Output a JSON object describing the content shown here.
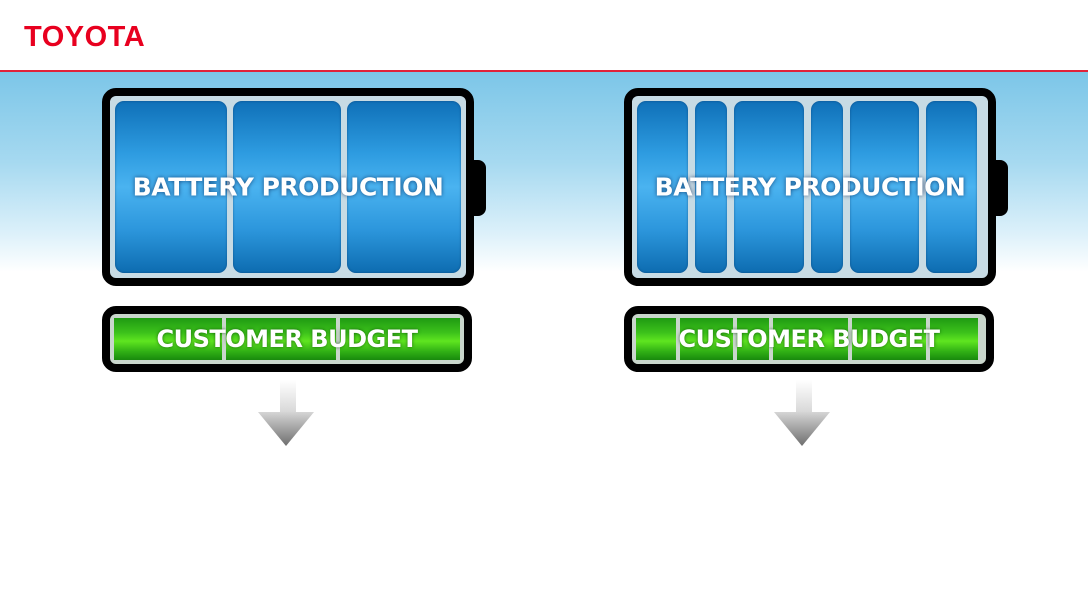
{
  "header": {
    "logo_text": "TOYOTA",
    "brand_color": "#e8001f"
  },
  "panels": [
    {
      "id": "left",
      "battery": {
        "label": "BATTERY PRODUCTION",
        "cell_count": 3,
        "color": "#2d9be0"
      },
      "budget": {
        "label": "CUSTOMER BUDGET",
        "cell_count": 3,
        "color": "#3cc21b"
      },
      "arrow_icon": "down-arrow-icon"
    },
    {
      "id": "right",
      "battery": {
        "label": "BATTERY PRODUCTION",
        "cell_count": 6,
        "color": "#2d9be0"
      },
      "budget": {
        "label": "CUSTOMER BUDGET",
        "cell_count": 6,
        "color": "#3cc21b"
      },
      "arrow_icon": "down-arrow-icon"
    }
  ]
}
